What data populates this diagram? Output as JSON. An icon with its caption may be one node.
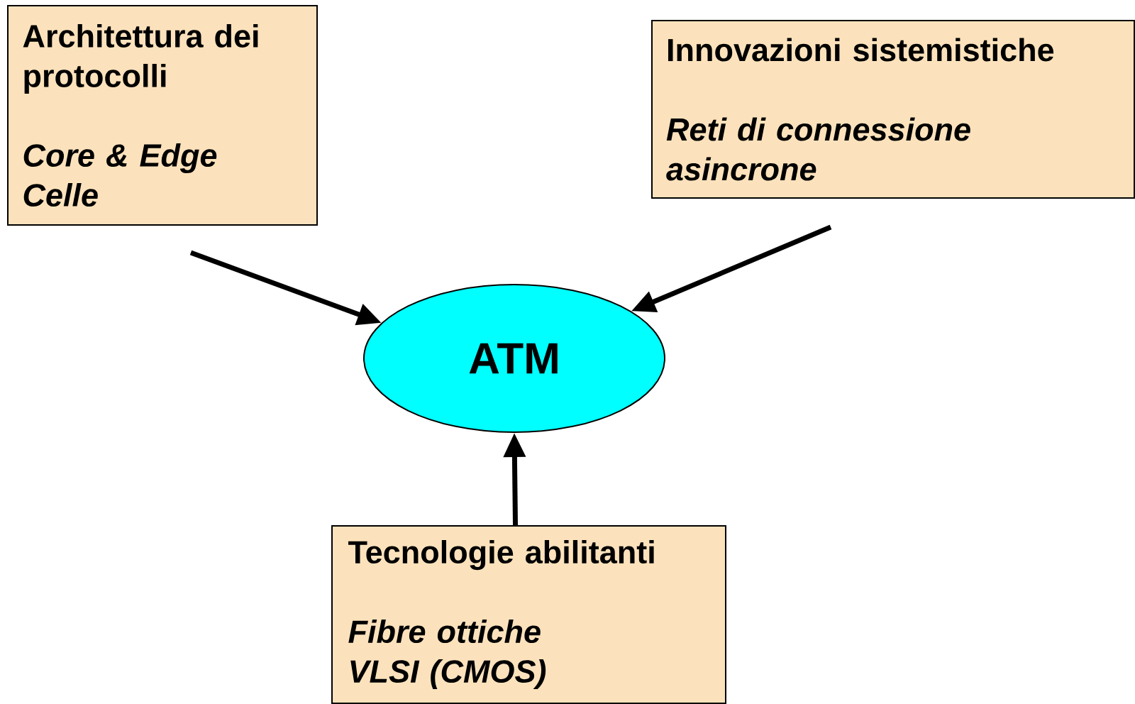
{
  "diagram": {
    "nodes": [
      {
        "text": [
          "Architettura dei protocolli",
          "Core & Edge",
          "Celle"
        ]
      },
      {
        "text": [
          "Innovazioni sistemistiche",
          "Reti di connessione asincrone"
        ]
      },
      {
        "text": [
          "Tecnologie abilitanti",
          "Fibre ottiche",
          "VLSI (CMOS)"
        ]
      },
      {
        "text": [
          "ATM"
        ]
      }
    ],
    "edges": [
      {
        "from": 0,
        "to": 3,
        "arrow": "to"
      },
      {
        "from": 1,
        "to": 3,
        "arrow": "to"
      },
      {
        "from": 2,
        "to": 3,
        "arrow": "to"
      }
    ]
  }
}
